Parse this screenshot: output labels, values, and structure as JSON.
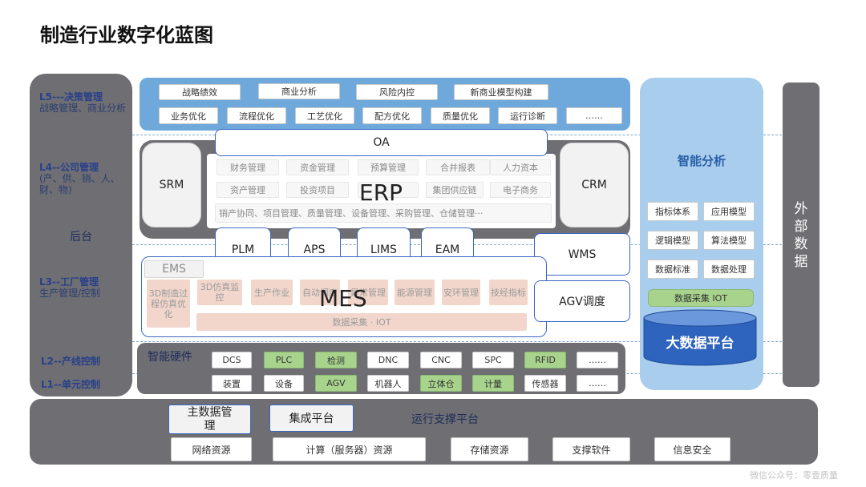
{
  "title": "制造行业数字化蓝图",
  "left_panel": {
    "l5_title": "L5---决策管理",
    "l5_sub": "战略管理、商业分析",
    "l4_title": "L4--公司管理",
    "l4_sub": "(产、供、销、人、财、物)",
    "backend": "后台",
    "l3_title": "L3--工厂管理",
    "l3_sub": "生产管理/控制",
    "l2": "L2--产线控制",
    "l1": "L1--单元控制"
  },
  "l5": {
    "row1": [
      "战略绩效",
      "商业分析",
      "风险内控",
      "新商业模型构建"
    ],
    "row2": [
      "业务优化",
      "流程优化",
      "工艺优化",
      "配方优化",
      "质量优化",
      "运行诊断",
      "……"
    ]
  },
  "oa": "OA",
  "srm": "SRM",
  "crm": "CRM",
  "erp": {
    "label": "ERP",
    "row1": [
      "财务管理",
      "资金管理",
      "预算管理",
      "合并报表",
      "人力资本"
    ],
    "row2": [
      "资产管理",
      "投资项目",
      "",
      "集团供应链",
      "电子商务"
    ],
    "row3": "销产协同、项目管理、质量管理、设备管理、采购管理、仓储管理···"
  },
  "mid_systems": [
    "PLM",
    "APS",
    "LIMS",
    "EAM"
  ],
  "wms": "WMS",
  "agv": "AGV调度",
  "mes": {
    "ems": "EMS",
    "label": "MES",
    "modules": [
      "3D制造过程仿真优化",
      "3D仿真监控",
      "生产作业",
      "自动调度",
      "异常管理",
      "能源管理",
      "安环管理",
      "技经指标"
    ],
    "collect": "数据采集 · IOT"
  },
  "hardware": {
    "label": "智能硬件",
    "row1": [
      "DCS",
      "PLC",
      "检测",
      "DNC",
      "CNC",
      "SPC",
      "RFID",
      "……"
    ],
    "row2": [
      "装置",
      "设备",
      "AGV",
      "机器人",
      "立体仓",
      "计量",
      "传感器",
      "……"
    ]
  },
  "analytics": {
    "title": "智能分析",
    "items": [
      "指标体系",
      "应用模型",
      "逻辑模型",
      "算法模型",
      "数据标准",
      "数据处理"
    ],
    "iot": "数据采集 IOT",
    "bigdata": "大数据平台"
  },
  "external": "外部数据",
  "bottom": {
    "mdm": "主数据管理",
    "integration": "集成平台",
    "platform": "运行支撑平台",
    "resources": [
      "网络资源",
      "计算（服务器）资源",
      "存储资源",
      "支撑软件",
      "信息安全"
    ]
  },
  "watermark": "微信公众号：零壹质量",
  "colors": {
    "l5_band": "#6fa9dc",
    "analytics_panel": "#a9cdec",
    "gray_panel": "#6e6e73",
    "green": "#a8d38d",
    "pink": "#f2d6cc",
    "outline_blue": "#3a66c4"
  }
}
